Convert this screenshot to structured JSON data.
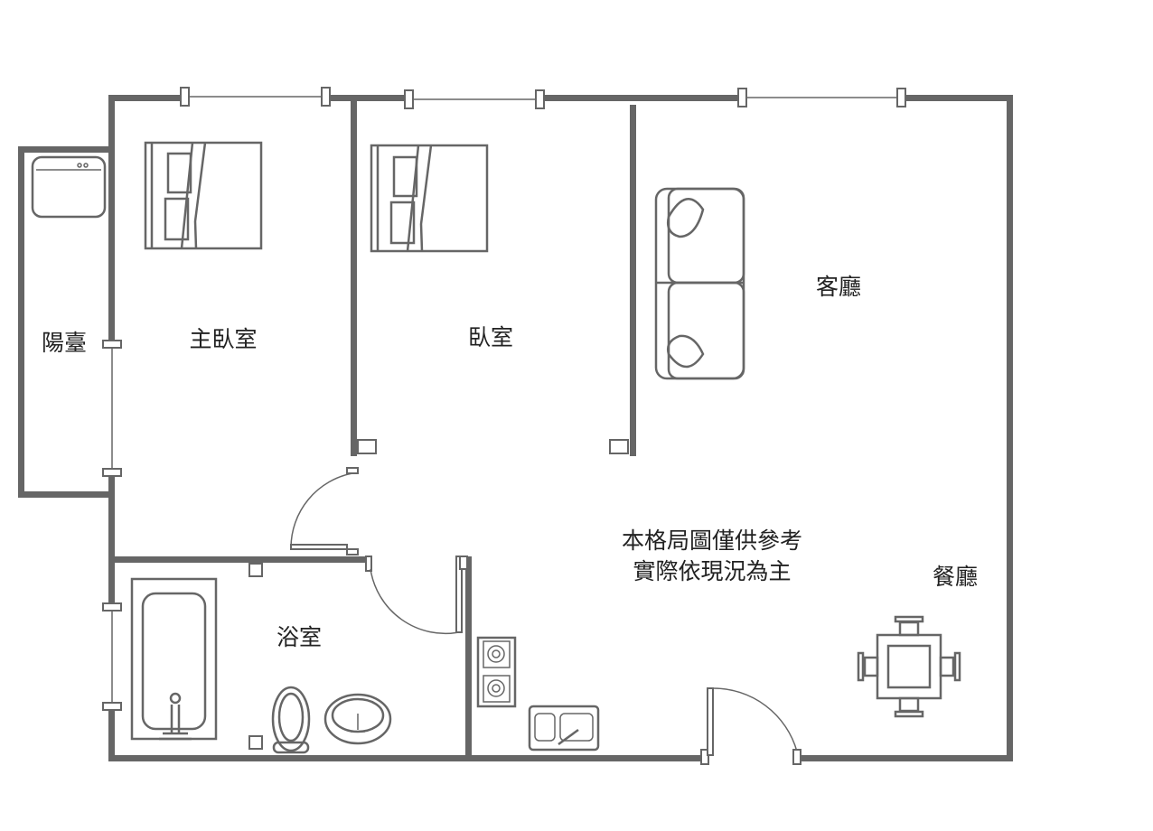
{
  "rooms": {
    "balcony": "陽臺",
    "master_bedroom": "主臥室",
    "bedroom": "臥室",
    "living_room": "客廳",
    "dining_room": "餐廳",
    "bathroom": "浴室"
  },
  "note": {
    "line1": "本格局圖僅供參考",
    "line2": "實際依現況為主"
  },
  "colors": {
    "wall": "#666666"
  }
}
